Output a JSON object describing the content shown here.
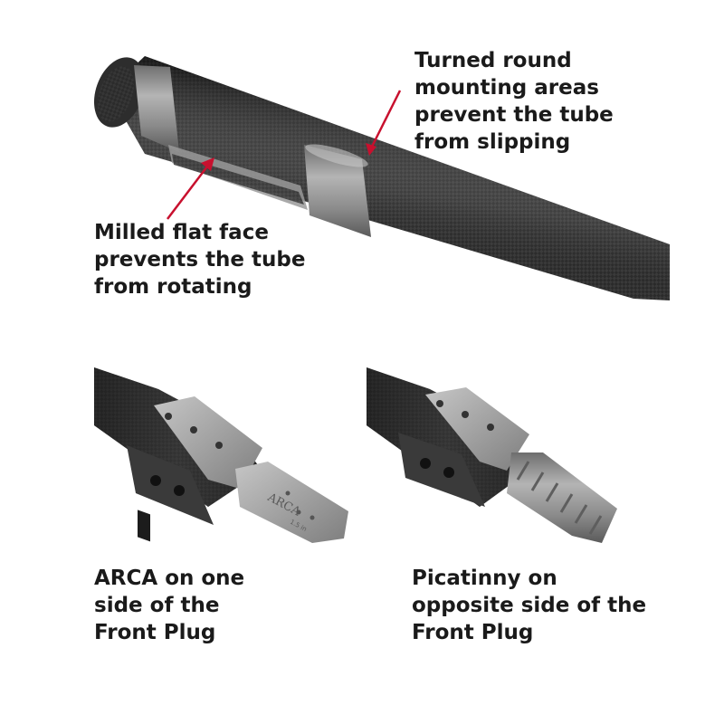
{
  "callouts": {
    "turned": {
      "lines": [
        "Turned round",
        "mounting areas",
        "prevent the tube",
        "from slipping"
      ]
    },
    "milled": {
      "lines": [
        "Milled flat face",
        "prevents the tube",
        "from rotating"
      ]
    }
  },
  "captions": {
    "arca": {
      "lines": [
        "ARCA on one",
        "side of the",
        "Front Plug"
      ]
    },
    "picatinny": {
      "lines": [
        "Picatinny on",
        "opposite side of the",
        "Front Plug"
      ]
    }
  },
  "engraving": {
    "brand": "ARCA",
    "size": "1.5 in"
  },
  "colors": {
    "arrow": "#c8102e",
    "text": "#1a1a1a",
    "carbon": "#2b2b2b",
    "metal": "#8c8c8c"
  }
}
